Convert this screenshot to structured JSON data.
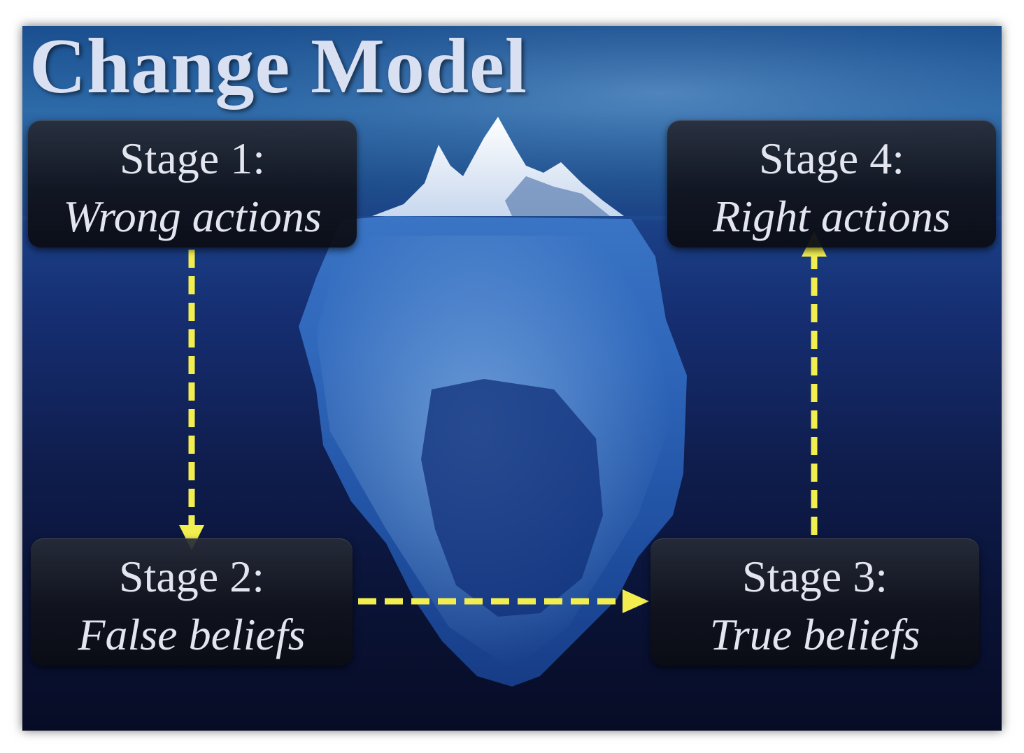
{
  "title": "Change Model",
  "stages": [
    {
      "id": 1,
      "label": "Stage 1:",
      "description": "Wrong actions"
    },
    {
      "id": 2,
      "label": "Stage 2:",
      "description": "False beliefs"
    },
    {
      "id": 3,
      "label": "Stage 3:",
      "description": "True beliefs"
    },
    {
      "id": 4,
      "label": "Stage 4:",
      "description": "Right actions"
    }
  ],
  "flow": [
    {
      "from": 1,
      "to": 2
    },
    {
      "from": 2,
      "to": 3
    },
    {
      "from": 3,
      "to": 4
    }
  ],
  "colors": {
    "arrow": "#f2ee50",
    "title": "#d9e0f2",
    "box_text": "#e3e6ef"
  }
}
